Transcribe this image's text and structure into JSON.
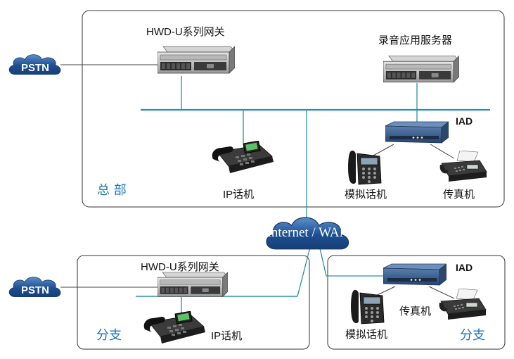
{
  "headquarters": {
    "zone_label": "总 部",
    "gateway_label": "HWD-U系列网关",
    "recording_server_label": "录音应用服务器",
    "iad_label": "IAD",
    "ip_phone_label": "IP话机",
    "analog_phone_label": "模拟话机",
    "fax_label": "传真机"
  },
  "pstn_clouds": [
    "PSTN",
    "PSTN"
  ],
  "wan_cloud": "Internet / WAN",
  "branch_gateway": {
    "zone_label": "分支",
    "gateway_label": "HWD-U系列网关",
    "ip_phone_label": "IP话机"
  },
  "branch_iad": {
    "zone_label": "分支",
    "iad_label": "IAD",
    "fax_label": "传真机",
    "analog_phone_label": "模拟话机"
  },
  "colors": {
    "lan_line": "#2a8fa8",
    "zone_text": "#1a76b8",
    "cloud_fill": "#1b4f8f"
  }
}
